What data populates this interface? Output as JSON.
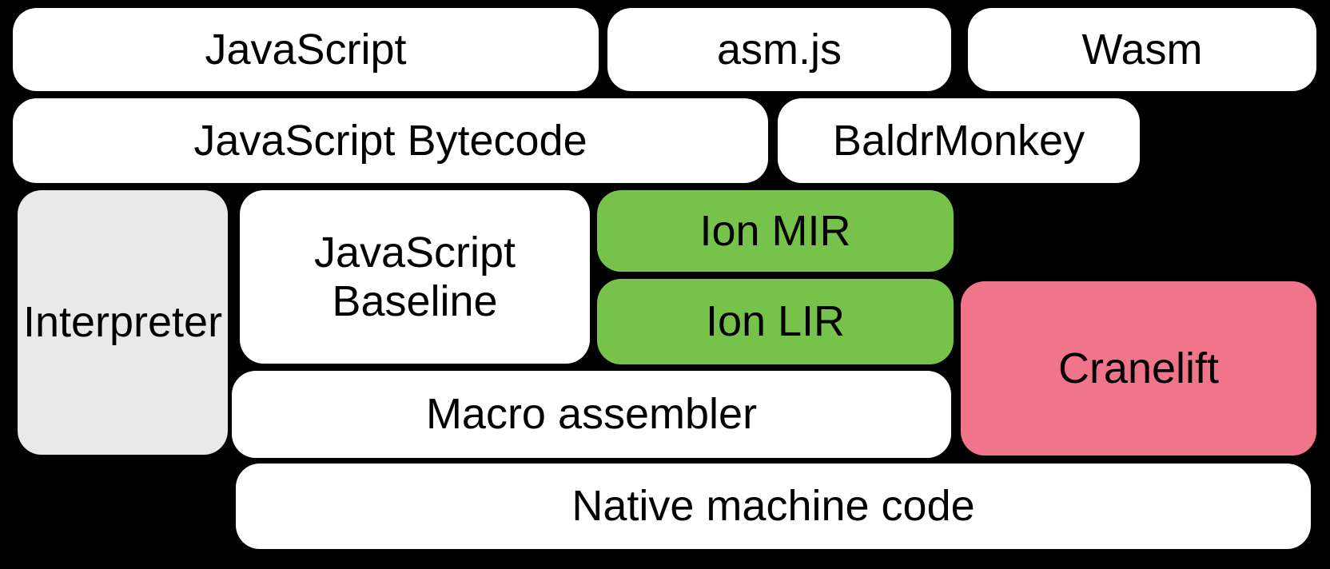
{
  "diagram": {
    "background": "#000000",
    "text_color": "#000000",
    "colors": {
      "default_fill": "#FFFFFF",
      "interpreter_fill": "#E9E9E9",
      "ion_fill": "#77C24A",
      "cranelift_fill": "#F0758A"
    },
    "nodes": [
      {
        "id": "javascript",
        "label": "JavaScript",
        "fill": "#FFFFFF"
      },
      {
        "id": "asm-js",
        "label": "asm.js",
        "fill": "#FFFFFF"
      },
      {
        "id": "wasm",
        "label": "Wasm",
        "fill": "#FFFFFF"
      },
      {
        "id": "javascript-bytecode",
        "label": "JavaScript Bytecode",
        "fill": "#FFFFFF"
      },
      {
        "id": "baldrmonkey",
        "label": "BaldrMonkey",
        "fill": "#FFFFFF"
      },
      {
        "id": "interpreter",
        "label": "Interpreter",
        "fill": "#E9E9E9"
      },
      {
        "id": "javascript-baseline",
        "label": "JavaScript\nBaseline",
        "fill": "#FFFFFF"
      },
      {
        "id": "ion-mir",
        "label": "Ion MIR",
        "fill": "#77C24A"
      },
      {
        "id": "ion-lir",
        "label": "Ion LIR",
        "fill": "#77C24A"
      },
      {
        "id": "cranelift",
        "label": "Cranelift",
        "fill": "#F0758A"
      },
      {
        "id": "macro-assembler",
        "label": "Macro assembler",
        "fill": "#FFFFFF"
      },
      {
        "id": "native-machine-code",
        "label": "Native machine code",
        "fill": "#FFFFFF"
      }
    ]
  }
}
